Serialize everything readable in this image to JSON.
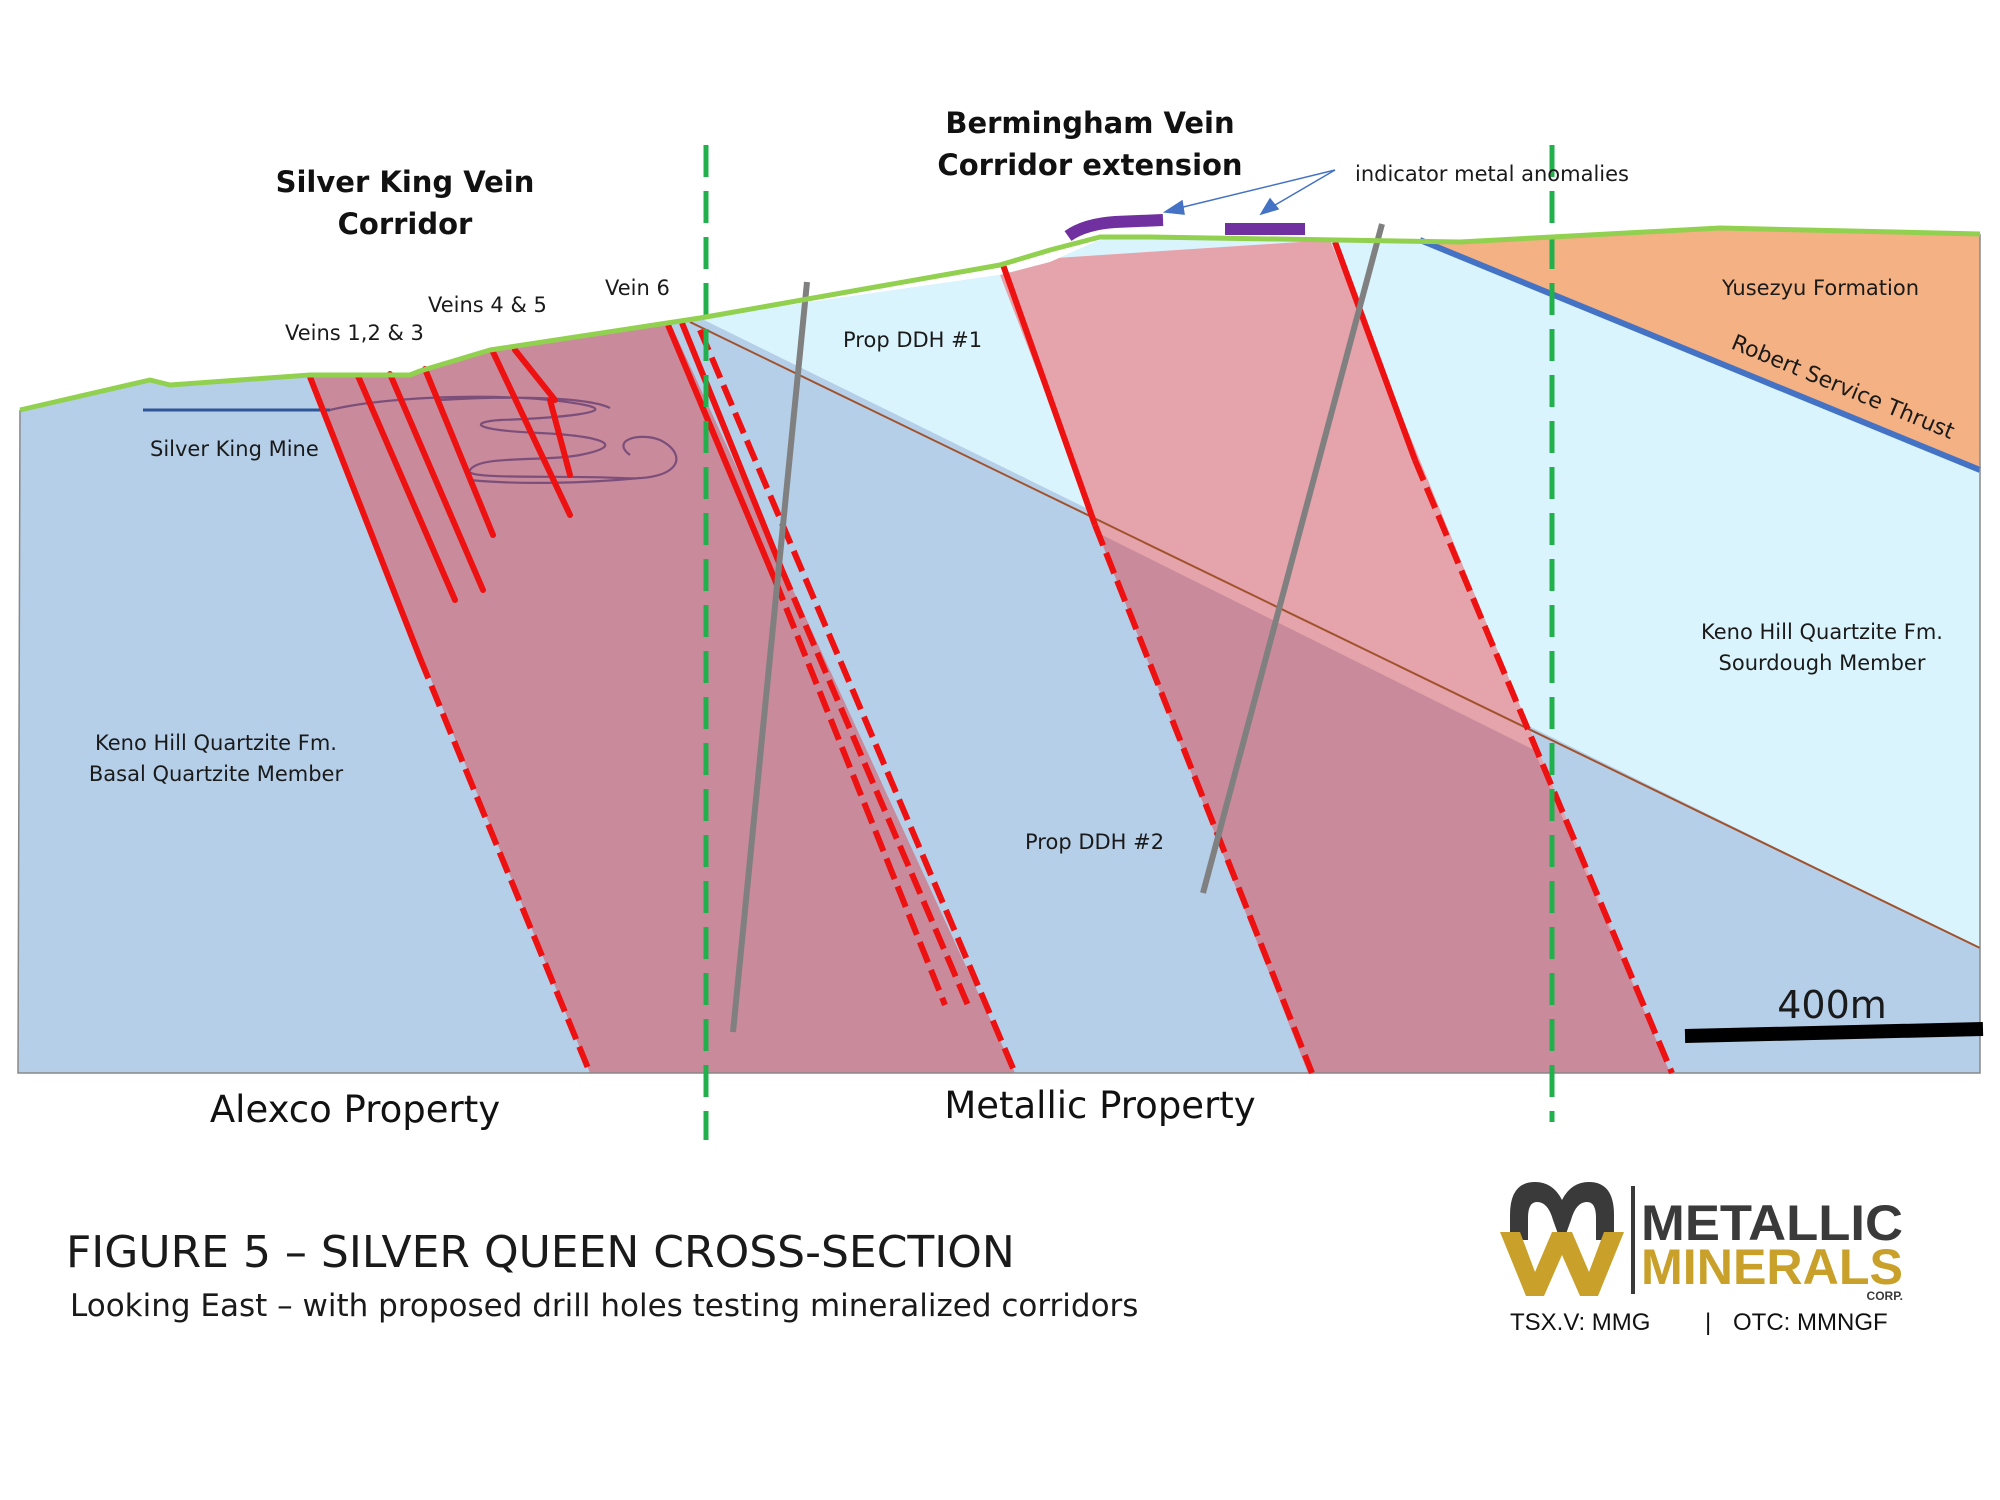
{
  "labels": {
    "silver_king_corridor_1": "Silver King Vein",
    "silver_king_corridor_2": "Corridor",
    "bermingham_1": "Bermingham Vein",
    "bermingham_2": "Corridor extension",
    "indicator": "indicator metal anomalies",
    "veins_123": "Veins 1,2 & 3",
    "veins_45": "Veins 4 & 5",
    "vein_6": "Vein 6",
    "prop_ddh1": "Prop DDH #1",
    "prop_ddh2": "Prop DDH #2",
    "silver_king_mine": "Silver King Mine",
    "yusezyu": "Yusezyu Formation",
    "robert_service": "Robert Service Thrust",
    "keno_sourdough_1": "Keno Hill Quartzite Fm.",
    "keno_sourdough_2": "Sourdough Member",
    "keno_basal_1": "Keno Hill Quartzite Fm.",
    "keno_basal_2": "Basal Quartzite Member",
    "scale": "400m"
  },
  "properties": {
    "alexco": "Alexco Property",
    "metallic": "Metallic Property"
  },
  "figure": {
    "title": "FIGURE 5 – SILVER QUEEN CROSS-SECTION",
    "subtitle": "Looking East – with proposed drill holes testing mineralized corridors"
  },
  "logo": {
    "line1": "METALLIC",
    "line2": "MINERALS",
    "corp": "CORP.",
    "ticker_tsx": "TSX.V: MMG",
    "ticker_sep": "|",
    "ticker_otc": "OTC: MMNGF"
  },
  "colors": {
    "basal_blue": "#b5cfe9",
    "sourdough_cyan": "#d9f4fc",
    "yusezyu_orange": "#f4b183",
    "corridor_pink": "#e5a3ab",
    "corridor_overlap": "#c98a9b",
    "vein_red": "#ee1111",
    "topo_green": "#92d050",
    "boundary_green": "#22b04c",
    "thrust_blue": "#4472c4",
    "anomaly_purple": "#7030a0",
    "drill_gray": "#808080",
    "logo_dark": "#3a3a3a",
    "logo_gold": "#c9a12a"
  }
}
